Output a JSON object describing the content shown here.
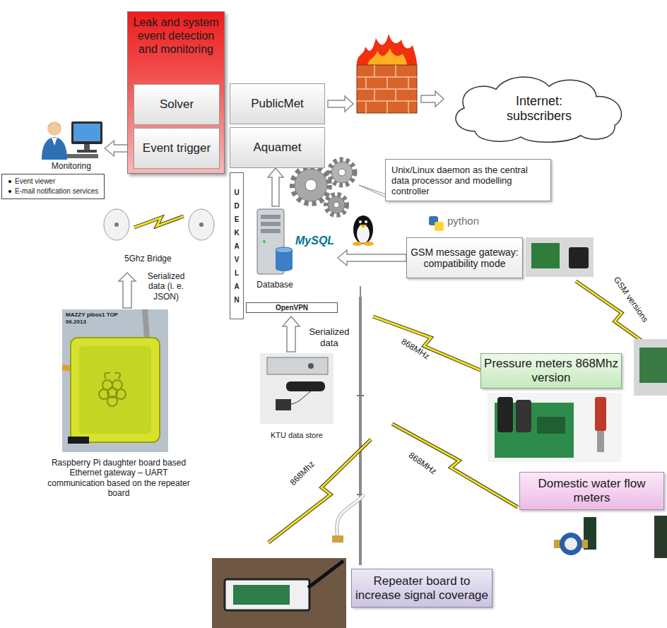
{
  "diagram": {
    "nodes": [
      {
        "text": [
          "Leak and system event detection and monitoring"
        ]
      },
      {
        "text": [
          "Solver"
        ],
        "in": 0
      },
      {
        "text": [
          "Event trigger"
        ],
        "in": 0
      },
      {
        "text": [
          "PublicMet"
        ]
      },
      {
        "text": [
          "Aquamet"
        ]
      },
      {
        "text": [
          "Internet: subscribers"
        ]
      },
      {
        "text": [
          "Monitoring",
          "Event viewer",
          "E-mail notification services"
        ]
      },
      {
        "text": [
          "Unix/Linux daemon as the central data processor and modelling controller"
        ]
      },
      {
        "text": [
          "UDEKA VLAN"
        ]
      },
      {
        "text": [
          "MySQL",
          "Database"
        ]
      },
      {
        "text": [
          "GSM message gateway: compatibility mode"
        ]
      },
      {
        "text": [
          "OpenVPN"
        ]
      },
      {
        "text": [
          "Pressure meters 868Mhz version"
        ]
      },
      {
        "text": [
          "Domestic water flow meters"
        ]
      },
      {
        "text": [
          "Repeater board to increase signal coverage"
        ]
      }
    ],
    "edges": [
      {
        "from": 2,
        "to": 6,
        "arrow": "to"
      },
      {
        "from": 10,
        "to": 9,
        "arrow": "to"
      },
      {
        "from": 9,
        "to": 4,
        "arrow": "to"
      }
    ],
    "labels": [
      "python",
      "5Ghz Bridge",
      "Serialized data (i. e. JSON)",
      "MAZZY pibos1 TOP 06.2013",
      "Raspberry Pi daughter board based Ethernet gateway – UART communication based on the repeater board",
      "Serialized data",
      "KTU data store",
      "868MHz",
      "868MHz",
      "868Mhz",
      "GSM versions"
    ]
  }
}
